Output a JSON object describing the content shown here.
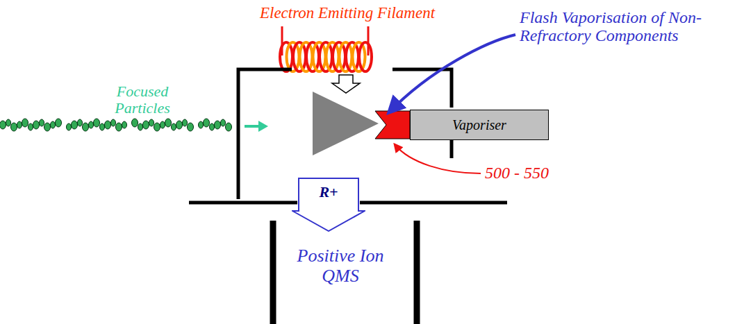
{
  "diagram": {
    "nodes": [
      {
        "text": [
          "Vaporiser"
        ]
      },
      {
        "text": [
          "R+"
        ]
      }
    ],
    "labels": [
      "Electron Emitting Filament",
      "Focused Particles",
      "Flash Vaporisation of Non-Refractory Components",
      "500 - 550",
      "Positive Ion QMS"
    ]
  }
}
